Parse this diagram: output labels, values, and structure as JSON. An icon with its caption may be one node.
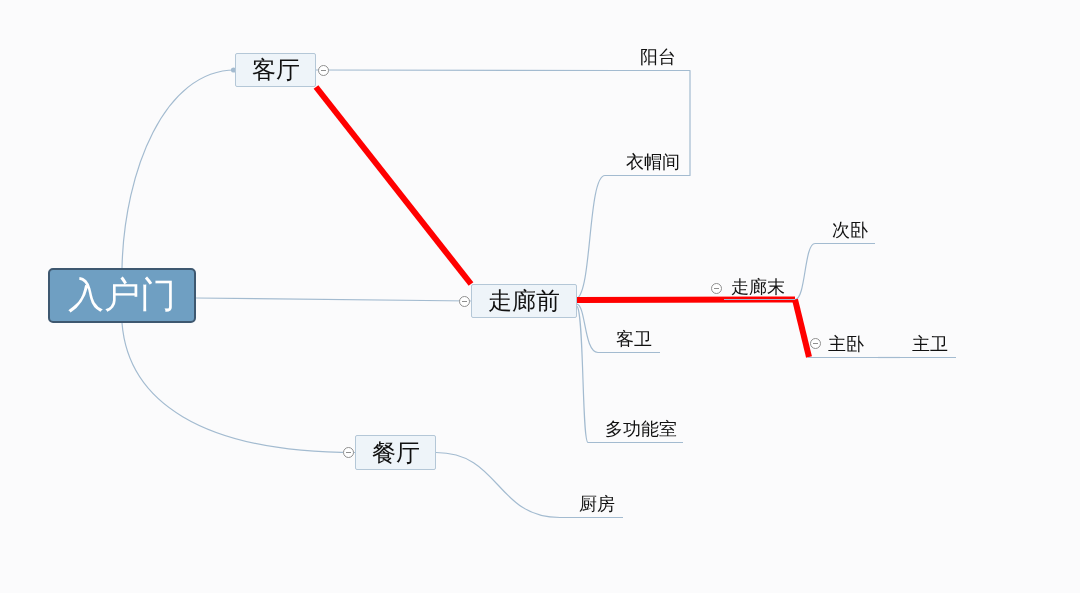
{
  "diagram": {
    "nodes": [
      {
        "text": [
          "入户门"
        ]
      },
      {
        "text": [
          "客厅"
        ]
      },
      {
        "text": [
          "阳台"
        ]
      },
      {
        "text": [
          "走廊前"
        ]
      },
      {
        "text": [
          "衣帽间"
        ]
      },
      {
        "text": [
          "走廊末"
        ]
      },
      {
        "text": [
          "次卧"
        ]
      },
      {
        "text": [
          "主卧"
        ]
      },
      {
        "text": [
          "主卫"
        ]
      },
      {
        "text": [
          "客卫"
        ]
      },
      {
        "text": [
          "多功能室"
        ]
      },
      {
        "text": [
          "餐厅"
        ]
      },
      {
        "text": [
          "厨房"
        ]
      }
    ],
    "edges": [
      {
        "from": 0,
        "to": 1,
        "arrow": "other"
      },
      {
        "from": 0,
        "to": 3,
        "arrow": "none"
      },
      {
        "from": 0,
        "to": 11,
        "arrow": "none"
      },
      {
        "from": 1,
        "to": 2,
        "arrow": "none"
      },
      {
        "from": 1,
        "to": 3,
        "arrow": "none",
        "style": "thick",
        "color": "#ff0000"
      },
      {
        "from": 3,
        "to": 4,
        "arrow": "none"
      },
      {
        "from": 3,
        "to": 5,
        "arrow": "none",
        "style": "thick",
        "color": "#ff0000"
      },
      {
        "from": 3,
        "to": 9,
        "arrow": "none"
      },
      {
        "from": 3,
        "to": 10,
        "arrow": "none"
      },
      {
        "from": 4,
        "to": 2,
        "arrow": "none"
      },
      {
        "from": 5,
        "to": 6,
        "arrow": "none"
      },
      {
        "from": 5,
        "to": 7,
        "arrow": "none",
        "style": "thick",
        "color": "#ff0000"
      },
      {
        "from": 7,
        "to": 8,
        "arrow": "none"
      },
      {
        "from": 11,
        "to": 12,
        "arrow": "none"
      }
    ]
  }
}
